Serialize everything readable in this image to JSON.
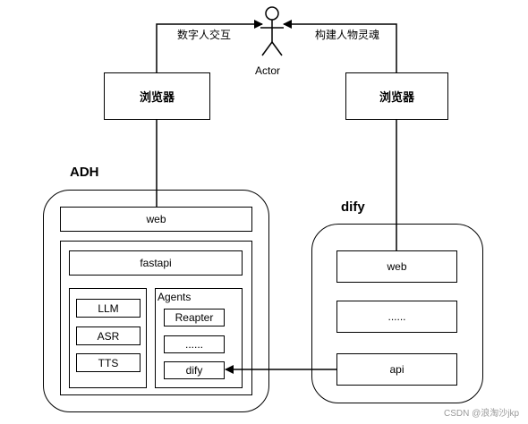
{
  "actor": {
    "label": "Actor"
  },
  "edges": {
    "left_label": "数字人交互",
    "right_label": "构建人物灵魂"
  },
  "browsers": {
    "left": "浏览器",
    "right": "浏览器"
  },
  "adh": {
    "title": "ADH",
    "web": "web",
    "fastapi": "fastapi",
    "models": [
      "LLM",
      "ASR",
      "TTS"
    ],
    "agents": {
      "label": "Agents",
      "items": [
        "Reapter",
        "......",
        "dify"
      ]
    }
  },
  "dify": {
    "title": "dify",
    "items": [
      "web",
      "......",
      "api"
    ]
  },
  "watermark": "CSDN @浪淘沙jkp"
}
